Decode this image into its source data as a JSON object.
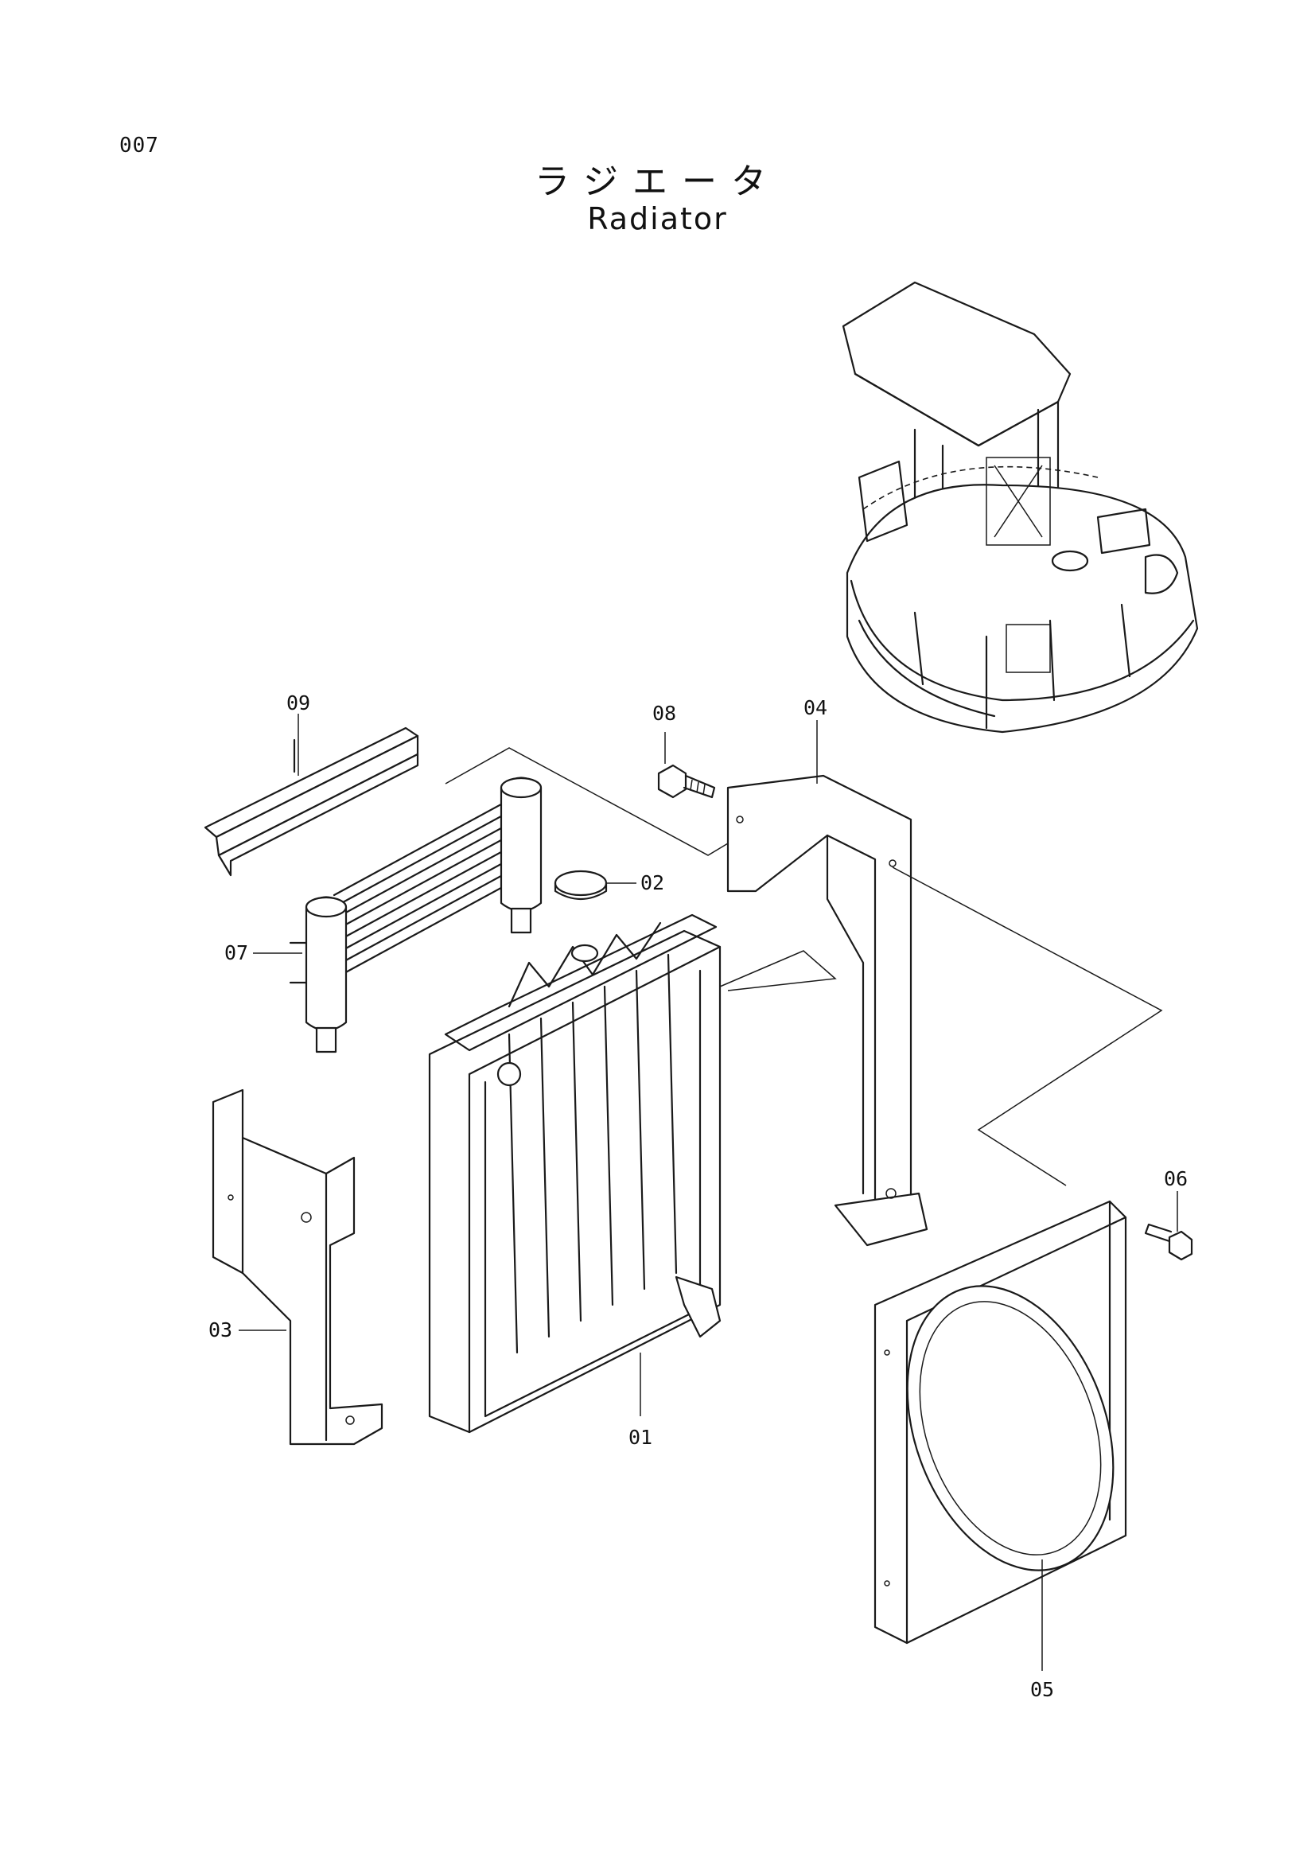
{
  "page": {
    "number": "007"
  },
  "title": {
    "ja": "ラジエータ",
    "en": "Radiator"
  },
  "callouts": {
    "p01": "01",
    "p02": "02",
    "p03": "03",
    "p04": "04",
    "p05": "05",
    "p06": "06",
    "p07": "07",
    "p08": "08",
    "p09": "09"
  }
}
